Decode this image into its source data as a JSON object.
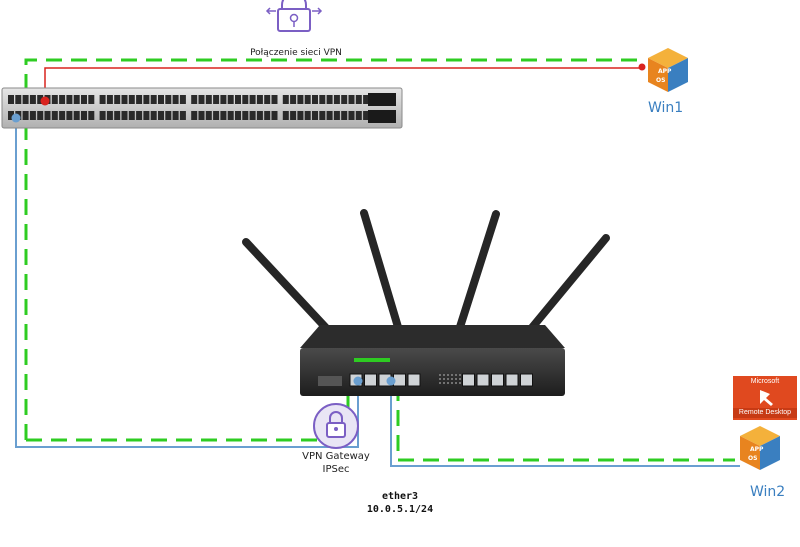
{
  "labels": {
    "vpn_connection": "Połączenie sieci VPN",
    "win1": "Win1",
    "win2": "Win2",
    "gateway_line1": "VPN Gateway",
    "gateway_line2": "IPSec",
    "ether_port": "ether3",
    "ether_ip": "10.0.5.1/24"
  },
  "remote_desktop": {
    "vendor": "Microsoft",
    "title": "Remote Desktop"
  },
  "vm_icon": {
    "top_text": "APP",
    "bottom_text": "OS"
  },
  "icons": [
    "lock-icon",
    "vm-icon",
    "remote-desktop-icon",
    "network-switch",
    "wireless-router"
  ],
  "colors": {
    "vpn_tunnel": "#2ecc22",
    "lan_link": "#6a9fd0",
    "uplink": "#d9231f",
    "lock": "#7b5fc4",
    "vm_box": "#e8841f",
    "vm_side": "#3a7fc0",
    "remote_desktop": "#e0491f"
  }
}
